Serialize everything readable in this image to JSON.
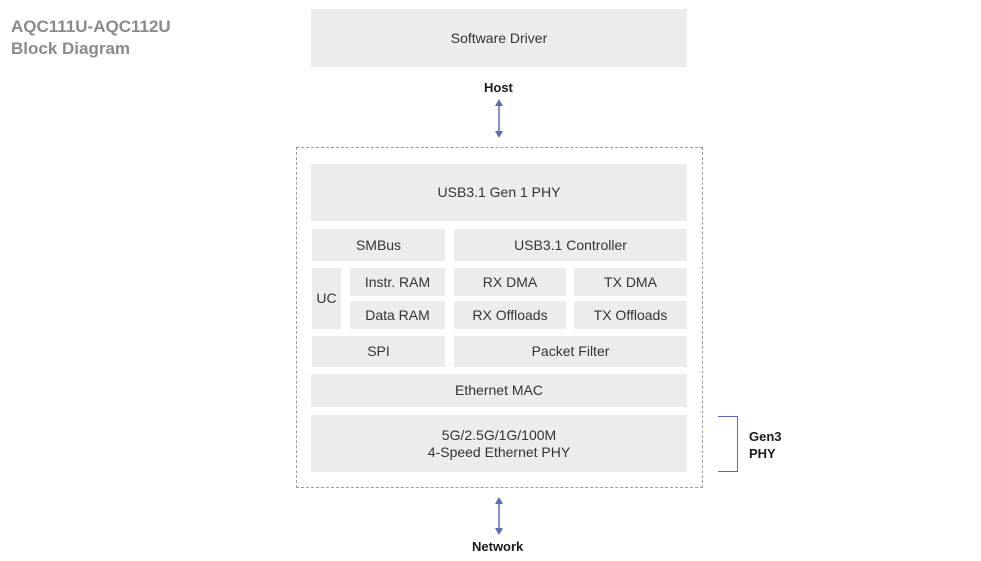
{
  "title": {
    "line1": "AQC111U-AQC112U",
    "line2": "Block Diagram"
  },
  "blocks": {
    "software_driver": "Software Driver",
    "usb_phy": "USB3.1 Gen 1 PHY",
    "smbus": "SMBus",
    "usb_controller": "USB3.1 Controller",
    "uc": "UC",
    "instr_ram": "Instr. RAM",
    "data_ram": "Data RAM",
    "rx_dma": "RX DMA",
    "tx_dma": "TX DMA",
    "rx_offloads": "RX Offloads",
    "tx_offloads": "TX Offloads",
    "spi": "SPI",
    "packet_filter": "Packet Filter",
    "ethernet_mac": "Ethernet MAC",
    "ethernet_phy_line1": "5G/2.5G/1G/100M",
    "ethernet_phy_line2": "4-Speed Ethernet PHY"
  },
  "labels": {
    "host": "Host",
    "network": "Network",
    "gen3_line1": "Gen3",
    "gen3_line2": "PHY"
  },
  "colors": {
    "block_fill": "#ececec",
    "arrow": "#5a6bb8",
    "title": "#8a8a8a"
  }
}
